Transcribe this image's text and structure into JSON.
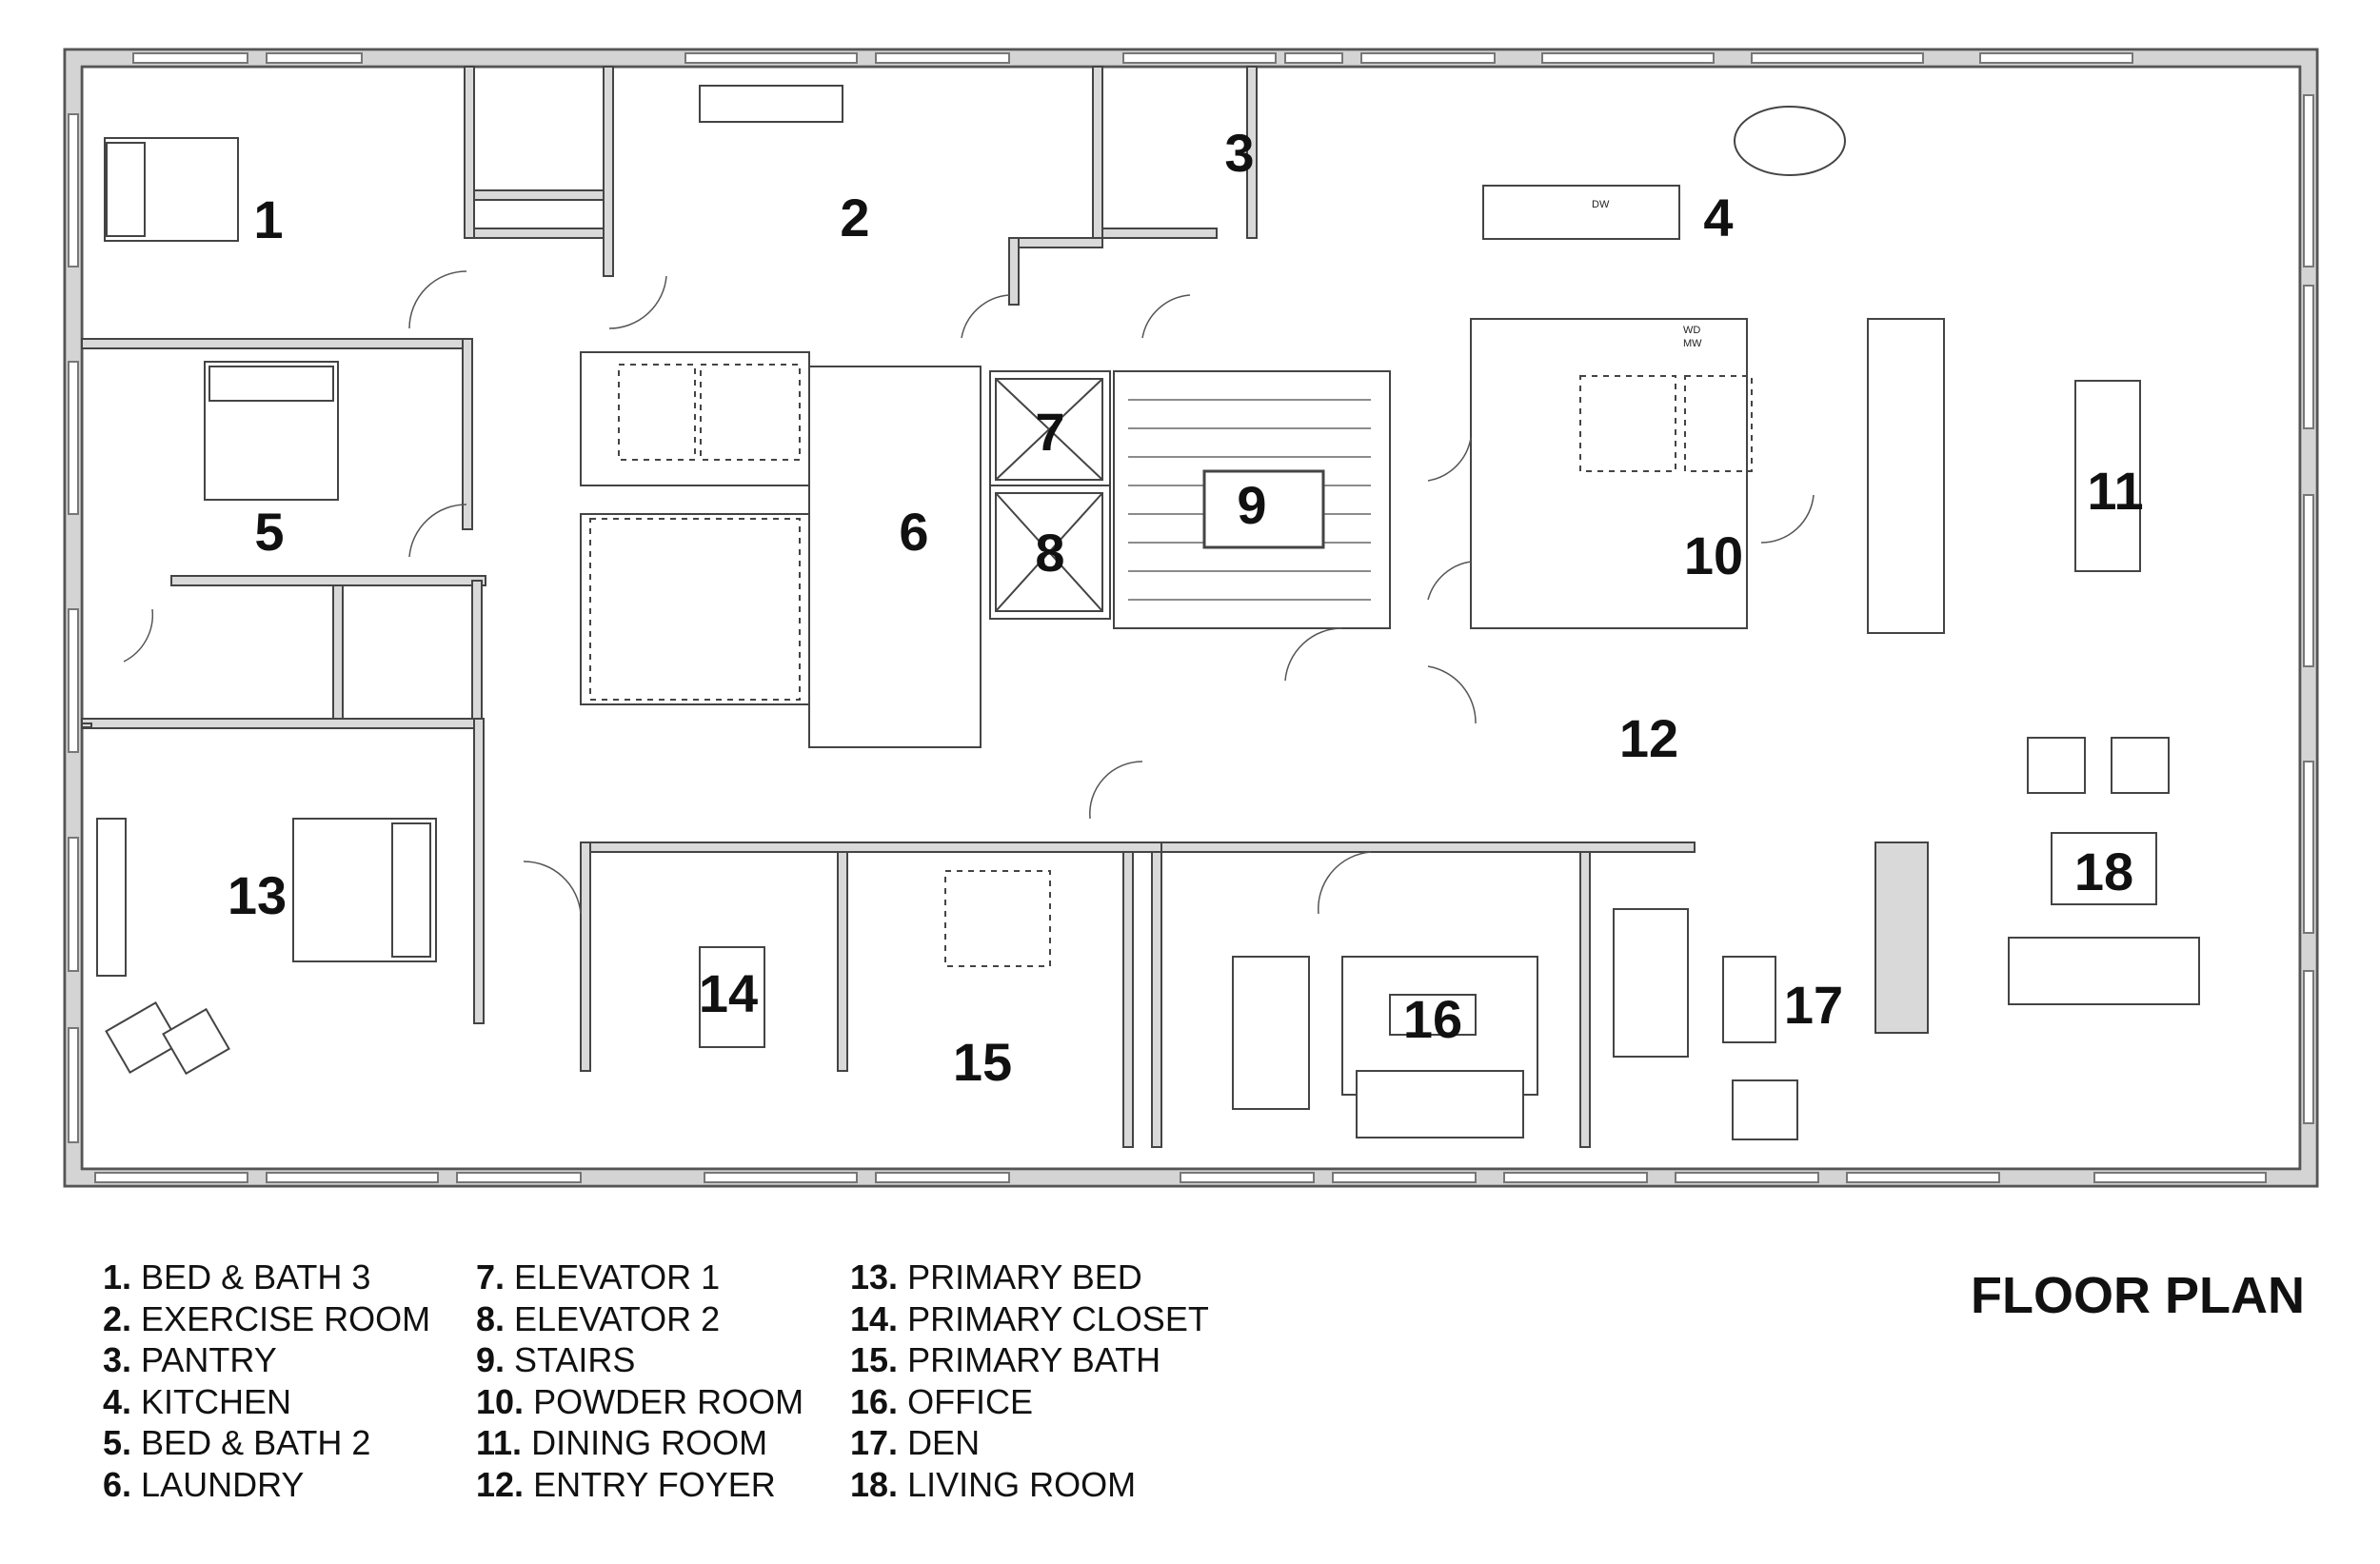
{
  "title": "FLOOR PLAN",
  "fixtures": {
    "dw": "DW",
    "wd": "WD",
    "mw": "MW"
  },
  "rooms": [
    {
      "num": "1",
      "label": "BED & BATH 3"
    },
    {
      "num": "2",
      "label": "EXERCISE ROOM"
    },
    {
      "num": "3",
      "label": "PANTRY"
    },
    {
      "num": "4",
      "label": "KITCHEN"
    },
    {
      "num": "5",
      "label": "BED & BATH 2"
    },
    {
      "num": "6",
      "label": "LAUNDRY"
    },
    {
      "num": "7",
      "label": "ELEVATOR 1"
    },
    {
      "num": "8",
      "label": "ELEVATOR 2"
    },
    {
      "num": "9",
      "label": "STAIRS"
    },
    {
      "num": "10",
      "label": "POWDER ROOM"
    },
    {
      "num": "11",
      "label": "DINING ROOM"
    },
    {
      "num": "12",
      "label": "ENTRY FOYER"
    },
    {
      "num": "13",
      "label": "PRIMARY BED"
    },
    {
      "num": "14",
      "label": "PRIMARY CLOSET"
    },
    {
      "num": "15",
      "label": "PRIMARY BATH"
    },
    {
      "num": "16",
      "label": "OFFICE"
    },
    {
      "num": "17",
      "label": "DEN"
    },
    {
      "num": "18",
      "label": "LIVING ROOM"
    }
  ],
  "legend_rows": {
    "r1": {
      "num": "1.",
      "label": "BED & BATH 3"
    },
    "r2": {
      "num": "2.",
      "label": "EXERCISE ROOM"
    },
    "r3": {
      "num": "3.",
      "label": "PANTRY"
    },
    "r4": {
      "num": "4.",
      "label": "KITCHEN"
    },
    "r5": {
      "num": "5.",
      "label": "BED & BATH 2"
    },
    "r6": {
      "num": "6.",
      "label": "LAUNDRY"
    },
    "r7": {
      "num": "7.",
      "label": "ELEVATOR 1"
    },
    "r8": {
      "num": "8.",
      "label": "ELEVATOR 2"
    },
    "r9": {
      "num": "9.",
      "label": "STAIRS"
    },
    "r10": {
      "num": "10.",
      "label": "POWDER ROOM"
    },
    "r11": {
      "num": "11.",
      "label": "DINING ROOM"
    },
    "r12": {
      "num": "12.",
      "label": "ENTRY FOYER"
    },
    "r13": {
      "num": "13.",
      "label": "PRIMARY BED"
    },
    "r14": {
      "num": "14.",
      "label": "PRIMARY CLOSET"
    },
    "r15": {
      "num": "15.",
      "label": "PRIMARY BATH"
    },
    "r16": {
      "num": "16.",
      "label": "OFFICE"
    },
    "r17": {
      "num": "17.",
      "label": "DEN"
    },
    "r18": {
      "num": "18.",
      "label": "LIVING ROOM"
    }
  }
}
